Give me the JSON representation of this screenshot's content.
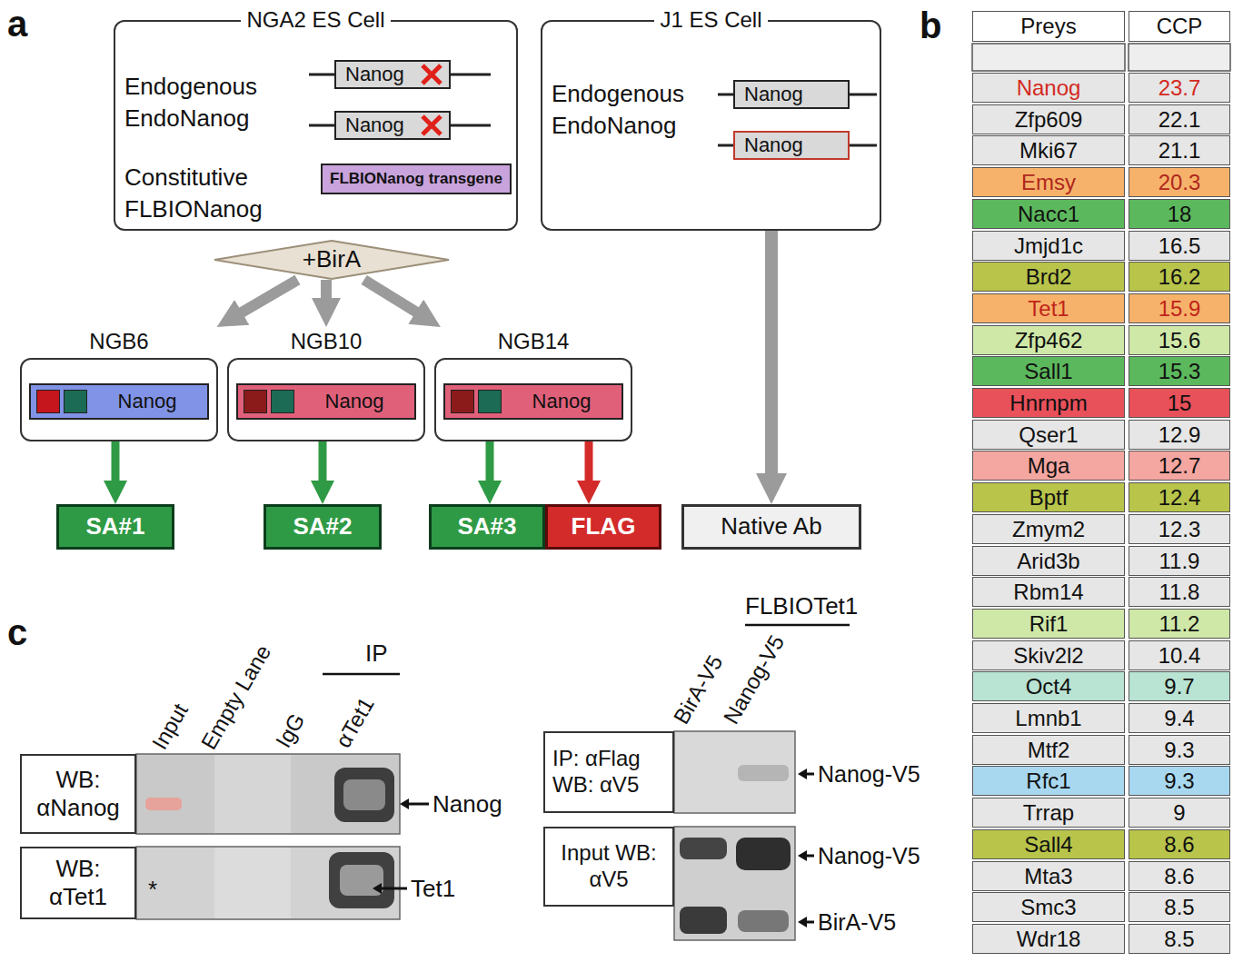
{
  "diagram": {
    "nodes": [
      {
        "text": [
          "NGA2 ES Cell",
          "Endogenous EndoNanog",
          "Constitutive FLBIONanog"
        ]
      },
      {
        "text": [
          "Nanog"
        ],
        "in": 0
      },
      {
        "text": [
          "Nanog"
        ],
        "in": 0
      },
      {
        "text": [
          "FLBIONanog transgene"
        ],
        "in": 0
      },
      {
        "text": [
          "J1 ES Cell",
          "Endogenous EndoNanog"
        ]
      },
      {
        "text": [
          "Nanog"
        ],
        "in": 4
      },
      {
        "text": [
          "Nanog"
        ],
        "in": 4
      },
      {
        "text": [
          "+BirA"
        ]
      },
      {
        "text": [
          "NGB6"
        ]
      },
      {
        "text": [
          "Nanog"
        ],
        "in": 8
      },
      {
        "text": [
          "NGB10"
        ]
      },
      {
        "text": [
          "Nanog"
        ],
        "in": 10
      },
      {
        "text": [
          "NGB14"
        ]
      },
      {
        "text": [
          "Nanog"
        ],
        "in": 12
      },
      {
        "text": [
          "SA#1"
        ]
      },
      {
        "text": [
          "SA#2"
        ]
      },
      {
        "text": [
          "SA#3"
        ]
      },
      {
        "text": [
          "FLAG"
        ]
      },
      {
        "text": [
          "Native Ab"
        ]
      },
      {
        "text": [
          "WB: αNanog"
        ]
      },
      {
        "text": [
          "WB: αTet1"
        ]
      },
      {
        "text": [
          "IP: αFlag WB: αV5"
        ]
      },
      {
        "text": [
          "Input WB: αV5"
        ]
      }
    ],
    "edges": [
      {
        "from": 7,
        "to": 8,
        "arrow": "to"
      },
      {
        "from": 7,
        "to": 10,
        "arrow": "to"
      },
      {
        "from": 7,
        "to": 12,
        "arrow": "to"
      },
      {
        "from": 8,
        "to": 14,
        "arrow": "to"
      },
      {
        "from": 10,
        "to": 15,
        "arrow": "to"
      },
      {
        "from": 12,
        "to": 16,
        "arrow": "to"
      },
      {
        "from": 12,
        "to": 17,
        "arrow": "to"
      },
      {
        "from": 4,
        "to": 18,
        "arrow": "to"
      }
    ],
    "labels": [
      "a",
      "b",
      "c",
      "Preys",
      "CCP",
      "Nanog",
      "23.7",
      "Zfp609",
      "22.1",
      "Mki67",
      "21.1",
      "Emsy",
      "20.3",
      "Nacc1",
      "18",
      "Jmjd1c",
      "16.5",
      "Brd2",
      "16.2",
      "Tet1",
      "15.9",
      "Zfp462",
      "15.6",
      "Sall1",
      "15.3",
      "Hnrnpm",
      "15",
      "Qser1",
      "12.9",
      "Mga",
      "12.7",
      "Bptf",
      "12.4",
      "Zmym2",
      "12.3",
      "Arid3b",
      "11.9",
      "Rbm14",
      "11.8",
      "Rif1",
      "11.2",
      "Skiv2l2",
      "10.4",
      "Oct4",
      "9.7",
      "Lmnb1",
      "9.4",
      "Mtf2",
      "9.3",
      "Rfc1",
      "9.3",
      "Trrap",
      "9",
      "Sall4",
      "8.6",
      "Mta3",
      "8.6",
      "Smc3",
      "8.5",
      "Wdr18",
      "8.5",
      "Input",
      "Empty Lane",
      "IgG",
      "αTet1",
      "IP",
      "Nanog",
      "Tet1",
      "*",
      "FLBIOTet1",
      "BirA-V5",
      "Nanog-V5",
      "Nanog-V5",
      "Nanog-V5",
      "BirA-V5"
    ]
  }
}
